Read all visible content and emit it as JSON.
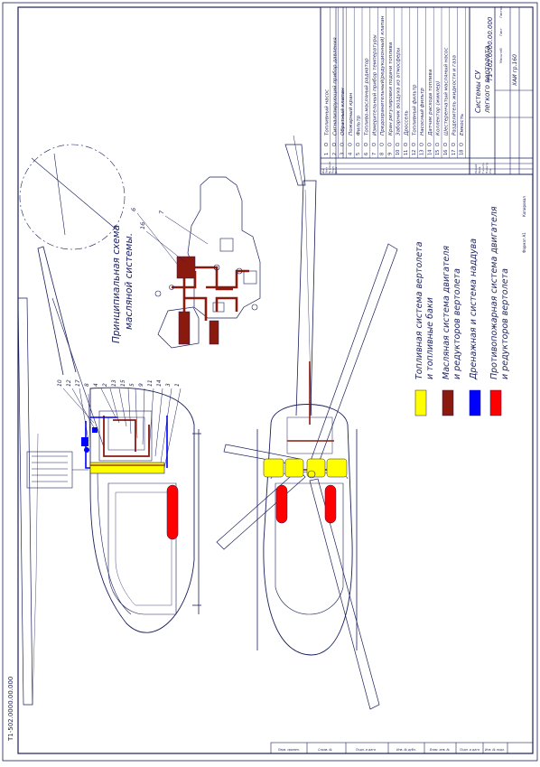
{
  "drawing": {
    "code": "Т1-502.0000.00.000",
    "code_rotated": "Т1-502.0000.00.000",
    "title_line1": "Системы СУ",
    "title_line2": "легкого вертолета",
    "organization": "ХАИ гр.160",
    "scheme_title_line1": "Принципиальная схема",
    "scheme_title_line2": "масляной системы.",
    "sheet_label": "Лист",
    "sheets_label": "Листов",
    "scale_label": "Масштаб",
    "format_label": "Формат А1",
    "copied_label": "Копировал",
    "stamp_labels": [
      "Изм",
      "Лист",
      "№ докум.",
      "Подп.",
      "Дата"
    ],
    "role_labels": [
      "Разраб.",
      "Пров.",
      "Т.контр.",
      "Н.контр.",
      "Утв."
    ],
    "left_stamp": [
      "Перв. примен.",
      "Справ. №",
      "Подп. и дата",
      "Инв. № дубл.",
      "Взам. инв. №",
      "Подп. и дата",
      "Инв. № подл."
    ]
  },
  "legend": [
    {
      "color": "#ffff00",
      "line1": "Топливная система вертолета",
      "line2": "и топливные баки"
    },
    {
      "color": "#8b1a0e",
      "line1": "Масляная система двигателя",
      "line2": "и редукторов вертолета"
    },
    {
      "color": "#0000ff",
      "line1": "Дренажная и система наддува",
      "line2": ""
    },
    {
      "color": "#ff0000",
      "line1": "Противопожарная система двигателя",
      "line2": "и редукторов вертолета"
    }
  ],
  "parts": [
    {
      "num": "1",
      "name": "Топливный насос"
    },
    {
      "num": "2",
      "name": "Сигнализирующий прибор давления"
    },
    {
      "num": "3",
      "name": "Обратный клапан"
    },
    {
      "num": "4",
      "name": "Пожарный кран"
    },
    {
      "num": "5",
      "name": "Фильтр"
    },
    {
      "num": "6",
      "name": "Топливо-масляный радиатор"
    },
    {
      "num": "7",
      "name": "Измерительный прибор температуры"
    },
    {
      "num": "8",
      "name": "Предохранительный(редукционный) клапан"
    },
    {
      "num": "9",
      "name": "Кран регулировки подачи топлива"
    },
    {
      "num": "10",
      "name": "Заборник воздуха из атмосферы"
    },
    {
      "num": "11",
      "name": "Дроссель"
    },
    {
      "num": "12",
      "name": "Топливный фильтр"
    },
    {
      "num": "13",
      "name": "Насосный фильтр"
    },
    {
      "num": "14",
      "name": "Датчик расхода топлива"
    },
    {
      "num": "15",
      "name": "Коллектор (жиклер)"
    },
    {
      "num": "16",
      "name": "Шестеренчатый масляный насос"
    },
    {
      "num": "17",
      "name": "Разделитель жидкости и газа"
    },
    {
      "num": "18",
      "name": "Емкость"
    }
  ],
  "side_callouts": [
    "10",
    "12",
    "17",
    "8",
    "4",
    "2",
    "13",
    "15",
    "5",
    "9",
    "11",
    "14",
    "3",
    "1"
  ],
  "scheme_callouts": [
    "6",
    "16",
    "7"
  ]
}
